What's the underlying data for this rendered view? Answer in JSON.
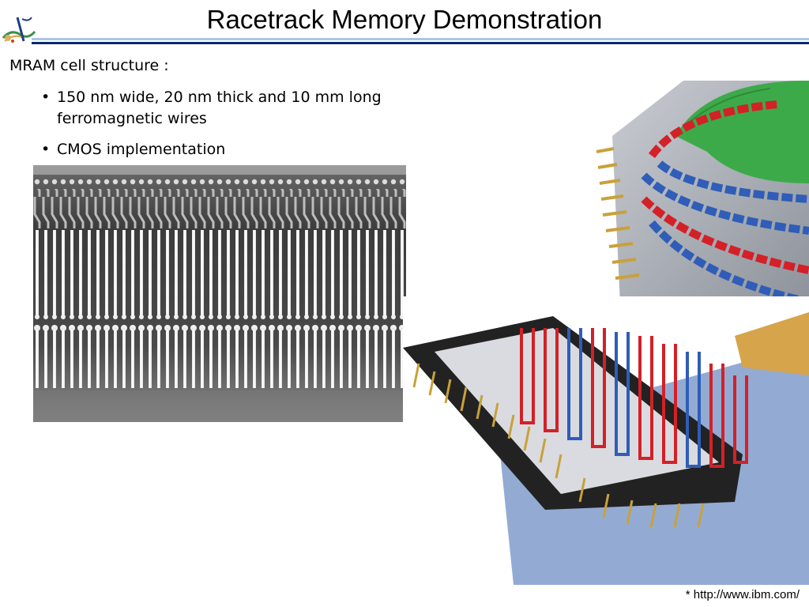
{
  "slide": {
    "title": "Racetrack Memory Demonstration",
    "heading": "MRAM cell structure :",
    "bullets": [
      "150 nm wide, 20 nm thick and 10 mm long ferromagnetic wires",
      "CMOS implementation"
    ],
    "bullet_glyph": "•",
    "footnote": "* http://www.ibm.com/"
  },
  "colors": {
    "title_rule_light": "#a8c6e6",
    "title_rule_dark": "#0d2a66",
    "wire_red": "#d42027",
    "wire_blue": "#2f5db8",
    "chip_green": "#3daa4a",
    "pin_gold": "#c9a13a"
  },
  "images": {
    "logo": "logo-icon",
    "micrograph": "sem-micrograph-image",
    "chip_top": "racetrack-cars-chip-image",
    "chip_bottom": "racetrack-wire-chip-image"
  }
}
